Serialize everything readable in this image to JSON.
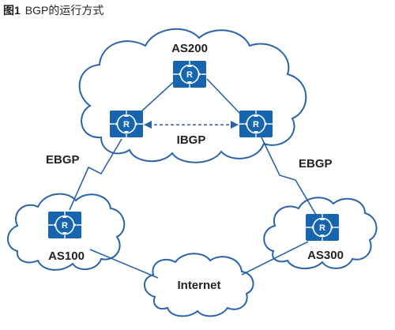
{
  "figure": {
    "number": "图1",
    "caption": "BGP的运行方式"
  },
  "labels": {
    "as200": "AS200",
    "as100": "AS100",
    "as300": "AS300",
    "ibgp": "IBGP",
    "ebgp_left": "EBGP",
    "ebgp_right": "EBGP",
    "internet": "Internet"
  },
  "router_glyph": "R",
  "colors": {
    "router_fill": "#1565b0",
    "cloud_stroke": "#2a63a8",
    "link": "#2a63a8",
    "ibgp_dashed": "#2a63a8"
  },
  "icons": {
    "router": "router-icon",
    "cloud": "cloud-shape"
  }
}
